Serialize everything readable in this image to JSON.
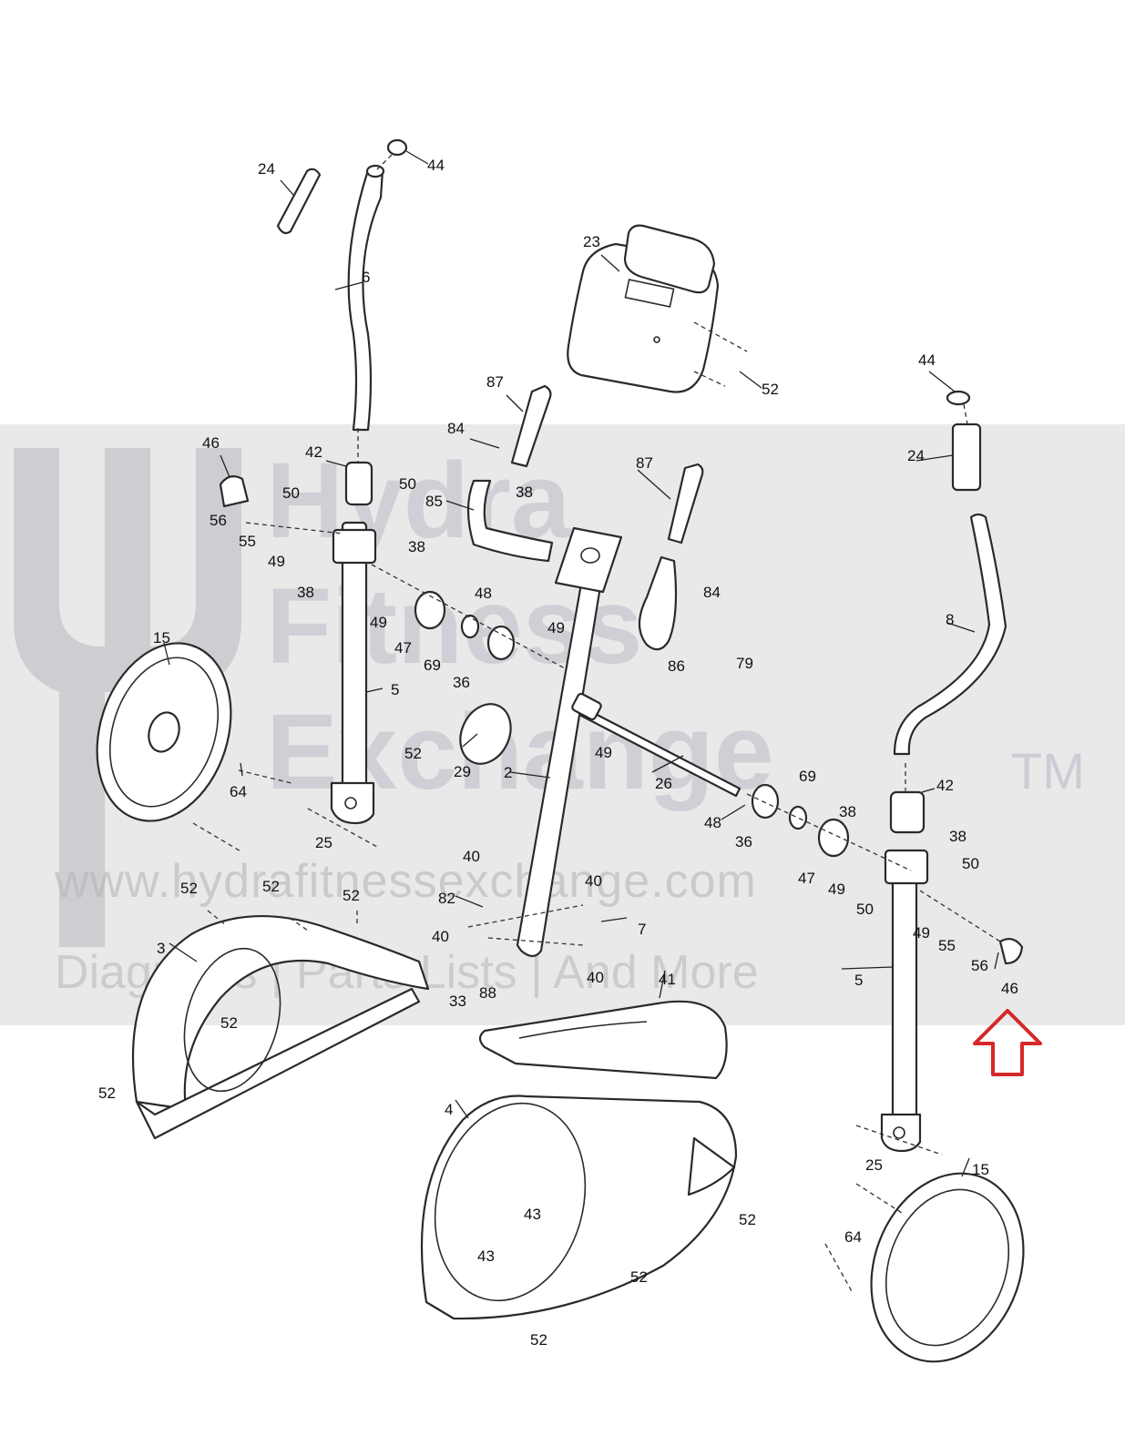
{
  "watermark": {
    "brand_line1": "Hydra",
    "brand_line2": "Fitness",
    "brand_line3": "Exchange",
    "trademark": "TM",
    "website": "www.hydrafitnessexchange.com",
    "tagline": "Diagrams | Parts Lists | And More"
  },
  "colors": {
    "highlight_arrow": "#d62828",
    "watermark_band": "#cfcfcf",
    "watermark_text": "#b9bac6"
  },
  "highlight": {
    "part": "46",
    "indicator": "up-arrow-icon"
  },
  "callouts": {
    "c24a": "24",
    "c44a": "44",
    "c6": "6",
    "c23": "23",
    "c52a": "52",
    "c87a": "87",
    "c84a": "84",
    "c44b": "44",
    "c24b": "24",
    "c46a": "46",
    "c42a": "42",
    "c50a": "50",
    "c50b": "50",
    "c56a": "56",
    "c55a": "55",
    "c49a": "49",
    "c38a": "38",
    "c38b": "38",
    "c85": "85",
    "c38c": "38",
    "c87b": "87",
    "c84b": "84",
    "c48a": "48",
    "c49b": "49",
    "c47a": "47",
    "c69a": "69",
    "c36a": "36",
    "c86": "86",
    "c79": "79",
    "c8": "8",
    "c15a": "15",
    "c5a": "5",
    "c52b": "52",
    "c29": "29",
    "c49c": "49",
    "c2": "2",
    "c26": "26",
    "c69b": "69",
    "c42b": "42",
    "c64a": "64",
    "c48b": "48",
    "c36b": "36",
    "c38d": "38",
    "c38e": "38",
    "c25a": "25",
    "c47b": "47",
    "c50c": "50",
    "c40a": "40",
    "c40b": "40",
    "c49d": "49",
    "c50d": "50",
    "c82": "82",
    "c7": "7",
    "c49e": "49",
    "c55b": "55",
    "c52c": "52",
    "c52d": "52",
    "c52e": "52",
    "c40c": "40",
    "c40d": "40",
    "c56b": "56",
    "c3": "3",
    "c33": "33",
    "c88": "88",
    "c41": "41",
    "c5b": "5",
    "c46b": "46",
    "c52f": "52",
    "c52g": "52",
    "c4": "4",
    "c25b": "25",
    "c15b": "15",
    "c43a": "43",
    "c52h": "52",
    "c64b": "64",
    "c43b": "43",
    "c52i": "52",
    "c52j": "52"
  }
}
